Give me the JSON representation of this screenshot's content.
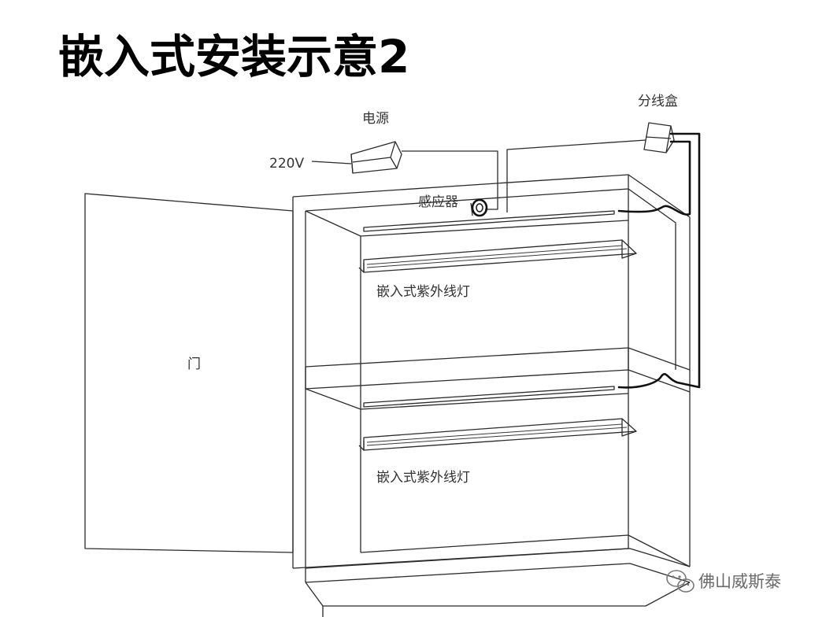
{
  "title": "嵌入式安装示意2",
  "labels": {
    "power_supply": "电源",
    "voltage": "220V",
    "junction_box": "分线盒",
    "sensor": "感应器",
    "uv_lamp_top": "嵌入式紫外线灯",
    "uv_lamp_bottom": "嵌入式紫外线灯",
    "door": "门"
  },
  "watermark": "佛山威斯泰",
  "colors": {
    "line": "#2b2b2b",
    "wire": "#111111",
    "watermark": "#6a6a6a"
  },
  "icons": {
    "watermark_logo": "wechat-icon"
  }
}
